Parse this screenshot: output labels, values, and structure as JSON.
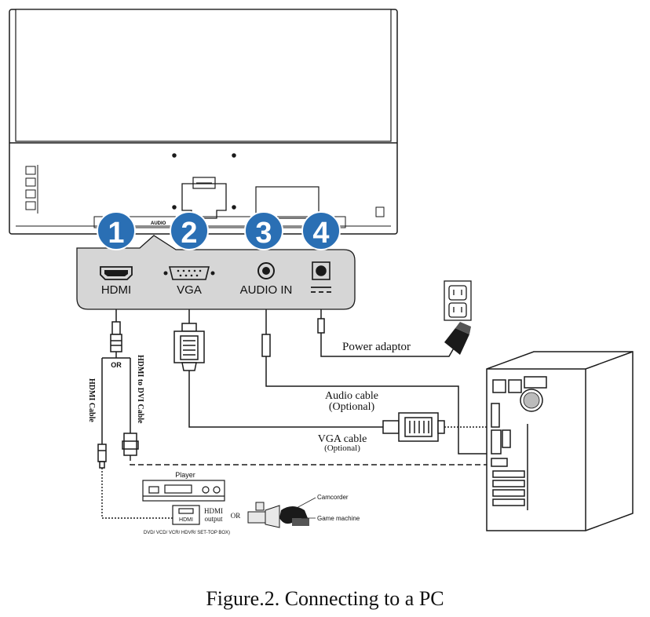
{
  "ports": [
    {
      "number": "1",
      "label": "HDMI"
    },
    {
      "number": "2",
      "label": "VGA"
    },
    {
      "number": "3",
      "label": "AUDIO IN"
    },
    {
      "number": "4",
      "label": ""
    }
  ],
  "labels": {
    "power_adaptor": "Power adaptor",
    "audio_cable": "Audio cable",
    "audio_optional": "(Optional)",
    "vga_cable": "VGA cable",
    "vga_optional": "(Optional)",
    "hdmi_cable": "HDMI Cable",
    "hdmi_dvi_cable": "HDMI to DVI Cable",
    "or_upper": "OR",
    "or_lower": "OR",
    "player": "Player",
    "hdmi_jack": "HDMI",
    "hdmi_output_1": "HDMI",
    "hdmi_output_2": "output",
    "player_sources": "DVD/ VCD/ VCR/ HDVR/ SET-TOP BOX)",
    "camcorder": "Camcorder",
    "game_machine": "Game machine",
    "monitor_audio": "AUDIO"
  },
  "caption": "Figure.2. Connecting to a PC",
  "colors": {
    "badge": "#2a6fb4",
    "panel": "#d6d6d6",
    "line": "#1a1a1a"
  }
}
